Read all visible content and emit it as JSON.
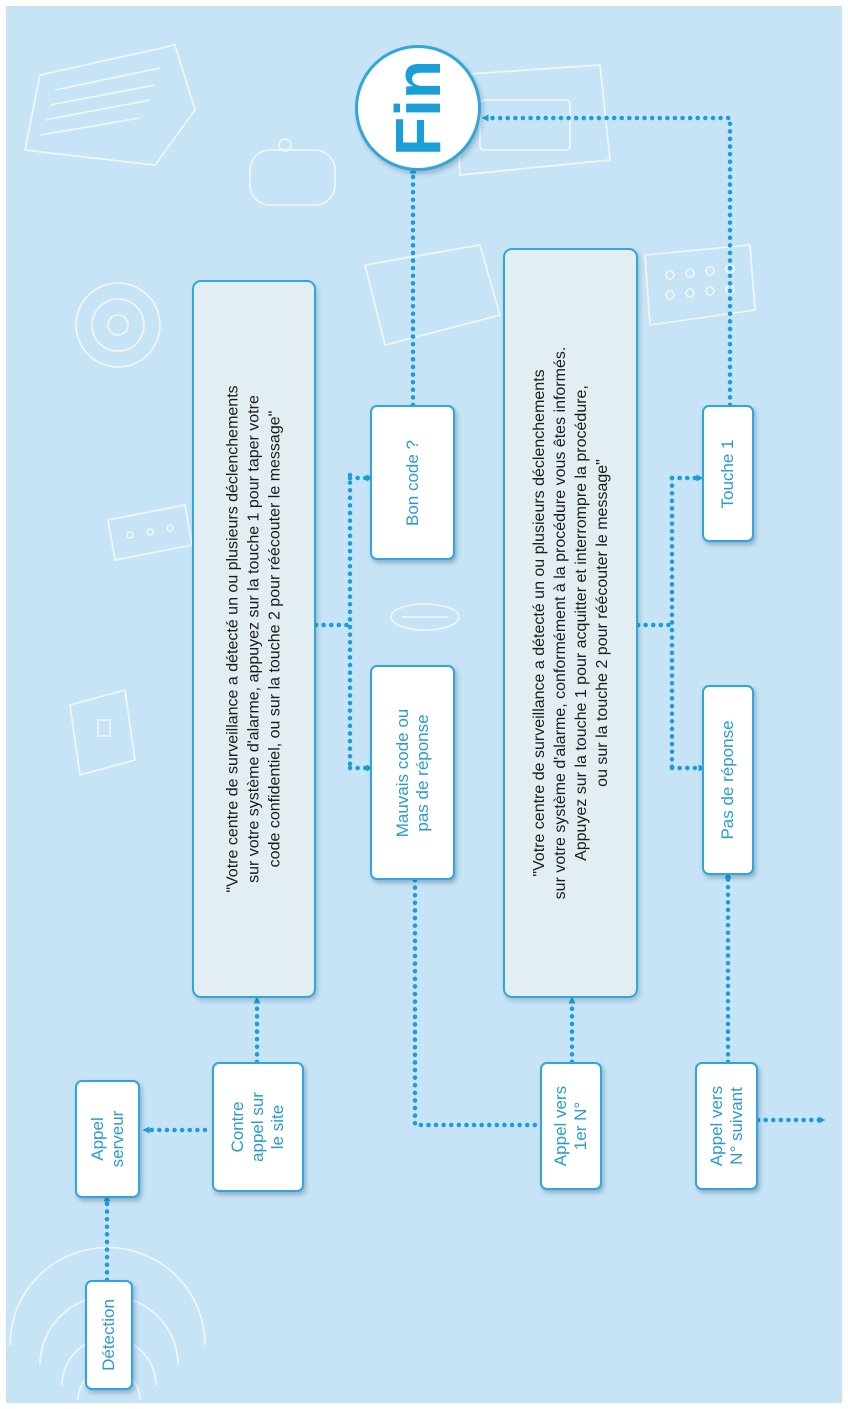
{
  "colors": {
    "background": "#c6e4f6",
    "accent": "#1b9ed8",
    "box_border": "#31a6d9",
    "message_bg": "#e3eef2"
  },
  "nodes": {
    "detection": "Détection",
    "appel_serveur": [
      "Appel",
      "serveur"
    ],
    "contre_appel": [
      "Contre",
      "appel sur",
      "le site"
    ],
    "appel_1er": [
      "Appel vers",
      "1er N°"
    ],
    "appel_suivant": [
      "Appel vers",
      "N° suivant"
    ],
    "mauvais_code": [
      "Mauvais code ou",
      "pas de réponse"
    ],
    "bon_code": "Bon code ?",
    "pas_de_reponse": "Pas de réponse",
    "touche_1": "Touche 1",
    "fin": "Fin"
  },
  "messages": {
    "message_1": [
      "\"Votre centre de surveillance a détecté un ou plusieurs déclenchements",
      "sur votre système d'alarme, appuyez sur la touche 1 pour taper votre",
      "code confidentiel, ou sur la touche 2 pour réécouter le message\""
    ],
    "message_2": [
      "\"Votre centre de surveillance a détecté un ou plusieurs déclenchements",
      "sur votre système d'alarme, conformément à la procédure vous êtes informés.",
      "Appuyez sur la touche 1 pour acquitter et interrompre la procédure,",
      "ou sur la touche 2 pour réécouter le message\""
    ]
  },
  "decorations": [
    "signal-waves",
    "siren-device",
    "keypad-device",
    "transmitter-device",
    "detector-device",
    "smoke-detector-device",
    "remote-control-device"
  ]
}
